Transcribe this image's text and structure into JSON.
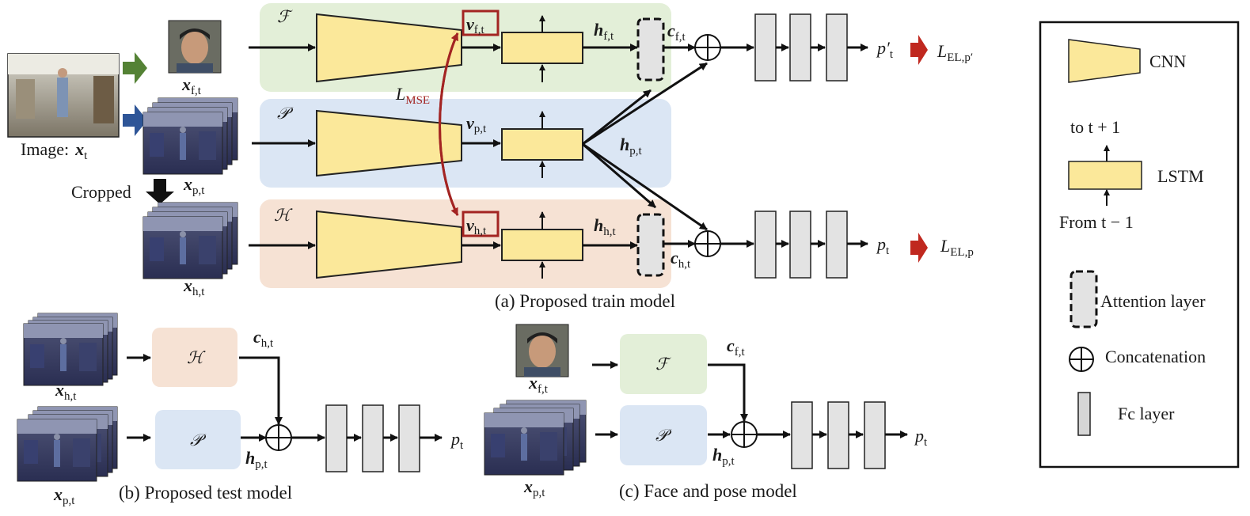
{
  "panels": {
    "train": {
      "caption": "(a) Proposed train model",
      "modules": {
        "face": "ℱ",
        "pose": "𝒫",
        "head": "ℋ"
      },
      "input": {
        "image_label": "Image:",
        "image_var": "x",
        "image_sub": "t",
        "cropped": "Cropped"
      },
      "vars": {
        "xf": {
          "v": "x",
          "s": "f,t"
        },
        "xp": {
          "v": "x",
          "s": "p,t"
        },
        "xh": {
          "v": "x",
          "s": "h,t"
        },
        "vf": {
          "v": "v",
          "s": "f,t"
        },
        "vp": {
          "v": "v",
          "s": "p,t"
        },
        "vh": {
          "v": "v",
          "s": "h,t"
        },
        "hf": {
          "v": "h",
          "s": "f,t"
        },
        "hp": {
          "v": "h",
          "s": "p,t"
        },
        "hh": {
          "v": "h",
          "s": "h,t"
        },
        "cf": {
          "v": "c",
          "s": "f,t"
        },
        "ch": {
          "v": "c",
          "s": "h,t"
        }
      },
      "loss_mse": {
        "l": "L",
        "s": "MSE"
      },
      "outputs": {
        "top": {
          "p": "p′",
          "ps": "t",
          "l": "L",
          "ls": "EL,p′"
        },
        "bottom": {
          "p": "p",
          "ps": "t",
          "l": "L",
          "ls": "EL,p"
        }
      }
    },
    "test": {
      "caption": "(b) Proposed test model",
      "modules": {
        "head": "ℋ",
        "pose": "𝒫"
      },
      "vars": {
        "xh": {
          "v": "x",
          "s": "h,t"
        },
        "xp": {
          "v": "x",
          "s": "p,t"
        },
        "ch": {
          "v": "c",
          "s": "h,t"
        },
        "hp": {
          "v": "h",
          "s": "p,t"
        }
      },
      "output": {
        "p": "p",
        "ps": "t"
      }
    },
    "facepose": {
      "caption": "(c) Face and pose model",
      "modules": {
        "face": "ℱ",
        "pose": "𝒫"
      },
      "vars": {
        "xf": {
          "v": "x",
          "s": "f,t"
        },
        "xp": {
          "v": "x",
          "s": "p,t"
        },
        "cf": {
          "v": "c",
          "s": "f,t"
        },
        "hp": {
          "v": "h",
          "s": "p,t"
        }
      },
      "output": {
        "p": "p",
        "ps": "t"
      }
    }
  },
  "legend": {
    "cnn": "CNN",
    "lstm": "LSTM",
    "to_next": "to t + 1",
    "from_prev": "From t − 1",
    "attention": "Attention layer",
    "concat": "Concatenation",
    "fc": "Fc layer"
  },
  "colors": {
    "face_bg": "#e3efd8",
    "pose_bg": "#dbe6f4",
    "head_bg": "#f6e2d4",
    "cnn_fill": "#fbe89a",
    "fc_fill": "#e3e3e3",
    "mse_red": "#a32422",
    "green_arrow": "#548235",
    "blue_arrow": "#2e5597"
  }
}
